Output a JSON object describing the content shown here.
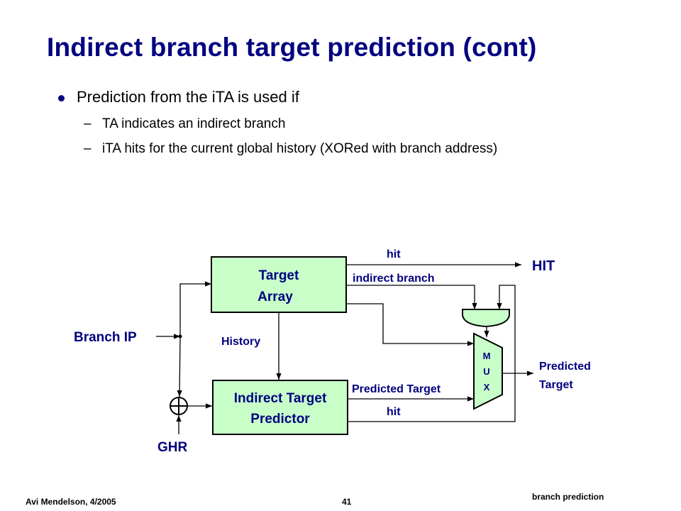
{
  "slide": {
    "title": "Indirect branch target prediction (cont)",
    "bullet": "Prediction from the iTA is used if",
    "sub_bullets": [
      {
        "dash": "–",
        "text": "TA indicates an indirect branch"
      },
      {
        "dash": "–",
        "text": "iTA hits for the current global history (XORed with branch address)"
      }
    ]
  },
  "diagram": {
    "blocks": {
      "target_array": [
        "Target",
        "Array"
      ],
      "itp": [
        "Indirect Target",
        "Predictor"
      ],
      "mux": [
        "M",
        "U",
        "X"
      ]
    },
    "labels": {
      "branch_ip": "Branch IP",
      "ghr": "GHR",
      "history": "History",
      "hit_top": "hit",
      "indirect_branch": "indirect branch",
      "hit_out": "HIT",
      "predicted_target_in": "Predicted Target",
      "hit_bottom": "hit",
      "predicted_target_out": [
        "Predicted",
        "Target"
      ]
    },
    "colors": {
      "block_fill": "#c8ffc8",
      "label_blue": "#000080"
    }
  },
  "footer": {
    "author": "Avi Mendelson, 4/2005",
    "page": "41",
    "section": "branch prediction"
  }
}
